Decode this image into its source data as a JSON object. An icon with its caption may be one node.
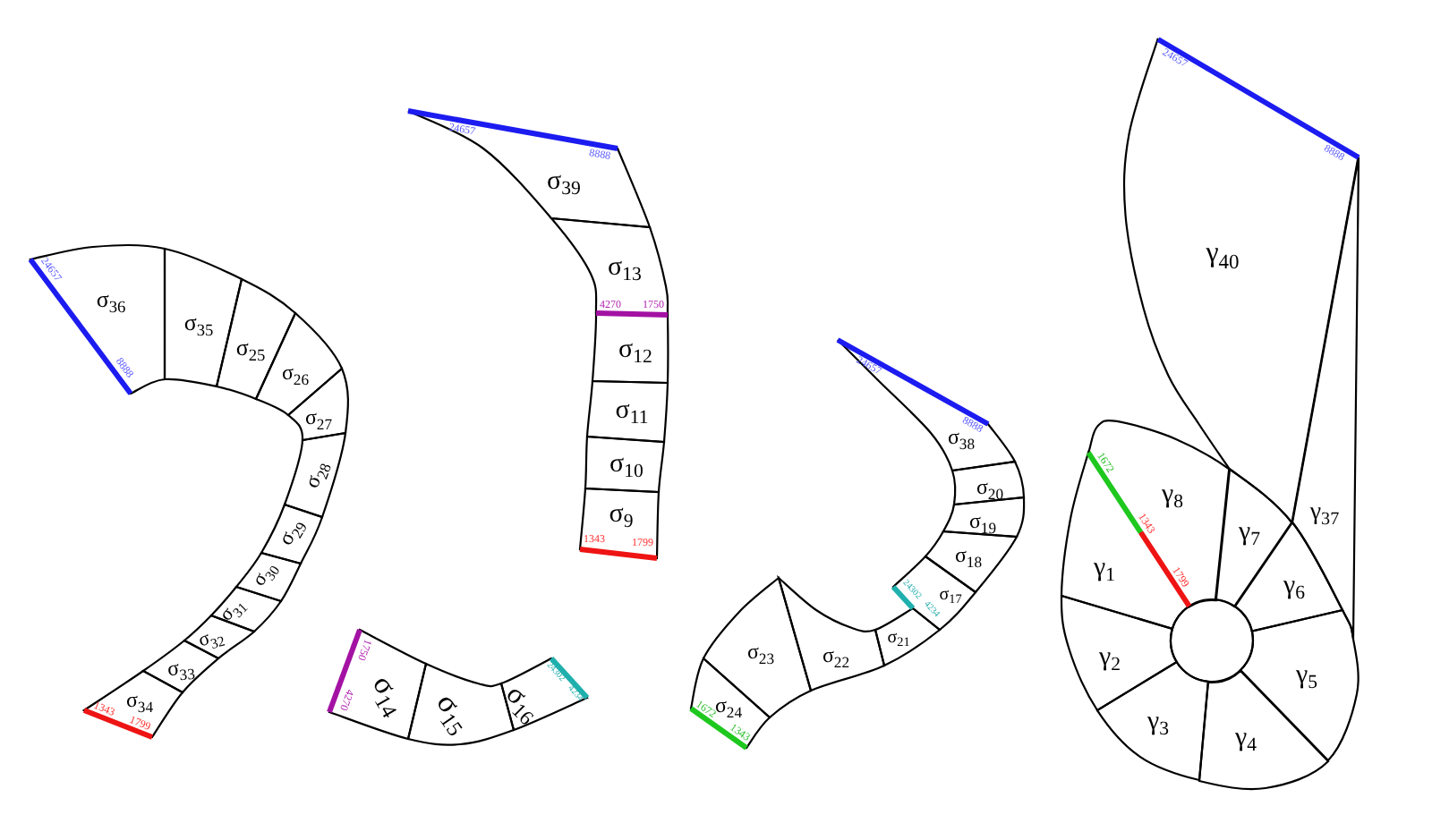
{
  "diagram": {
    "nodes": [
      {
        "text": [
          "σ$_{36}$"
        ]
      },
      {
        "text": [
          "σ$_{35}$"
        ]
      },
      {
        "text": [
          "σ$_{25}$"
        ]
      },
      {
        "text": [
          "σ$_{26}$"
        ]
      },
      {
        "text": [
          "σ$_{27}$"
        ]
      },
      {
        "text": [
          "σ$_{28}$"
        ]
      },
      {
        "text": [
          "σ$_{29}$"
        ]
      },
      {
        "text": [
          "σ$_{30}$"
        ]
      },
      {
        "text": [
          "σ$_{31}$"
        ]
      },
      {
        "text": [
          "σ$_{32}$"
        ]
      },
      {
        "text": [
          "σ$_{33}$"
        ]
      },
      {
        "text": [
          "σ$_{34}$"
        ]
      },
      {
        "text": [
          "σ$_{39}$"
        ]
      },
      {
        "text": [
          "σ$_{13}$"
        ]
      },
      {
        "text": [
          "σ$_{12}$"
        ]
      },
      {
        "text": [
          "σ$_{11}$"
        ]
      },
      {
        "text": [
          "σ$_{10}$"
        ]
      },
      {
        "text": [
          "σ$_{9}$"
        ]
      },
      {
        "text": [
          "σ$_{14}$"
        ]
      },
      {
        "text": [
          "σ$_{15}$"
        ]
      },
      {
        "text": [
          "σ$_{16}$"
        ]
      },
      {
        "text": [
          "σ$_{38}$"
        ]
      },
      {
        "text": [
          "σ$_{20}$"
        ]
      },
      {
        "text": [
          "σ$_{19}$"
        ]
      },
      {
        "text": [
          "σ$_{18}$"
        ]
      },
      {
        "text": [
          "σ$_{17}$"
        ]
      },
      {
        "text": [
          "σ$_{21}$"
        ]
      },
      {
        "text": [
          "σ$_{22}$"
        ]
      },
      {
        "text": [
          "σ$_{23}$"
        ]
      },
      {
        "text": [
          "σ$_{24}$"
        ]
      },
      {
        "text": [
          "γ$_{40}$"
        ]
      },
      {
        "text": [
          "γ$_{37}$"
        ]
      },
      {
        "text": [
          "γ$_{8}$"
        ]
      },
      {
        "text": [
          "γ$_{7}$"
        ]
      },
      {
        "text": [
          "γ$_{1}$"
        ]
      },
      {
        "text": [
          "γ$_{6}$"
        ]
      },
      {
        "text": [
          "γ$_{2}$"
        ]
      },
      {
        "text": [
          "γ$_{5}$"
        ]
      },
      {
        "text": [
          "γ$_{3}$"
        ]
      },
      {
        "text": [
          "γ$_{4}$"
        ]
      },
      {
        "text": [],
        "shape": "circle"
      }
    ],
    "labels": [
      "24657",
      "8888",
      "1343",
      "1799",
      "24657",
      "8888",
      "4270",
      "1750",
      "1343",
      "1799",
      "1750",
      "4270",
      "24302",
      "4234",
      "24657",
      "8888",
      "24302",
      "4234",
      "1672",
      "1343",
      "24657",
      "8888",
      "1672",
      "1343",
      "1799"
    ]
  }
}
